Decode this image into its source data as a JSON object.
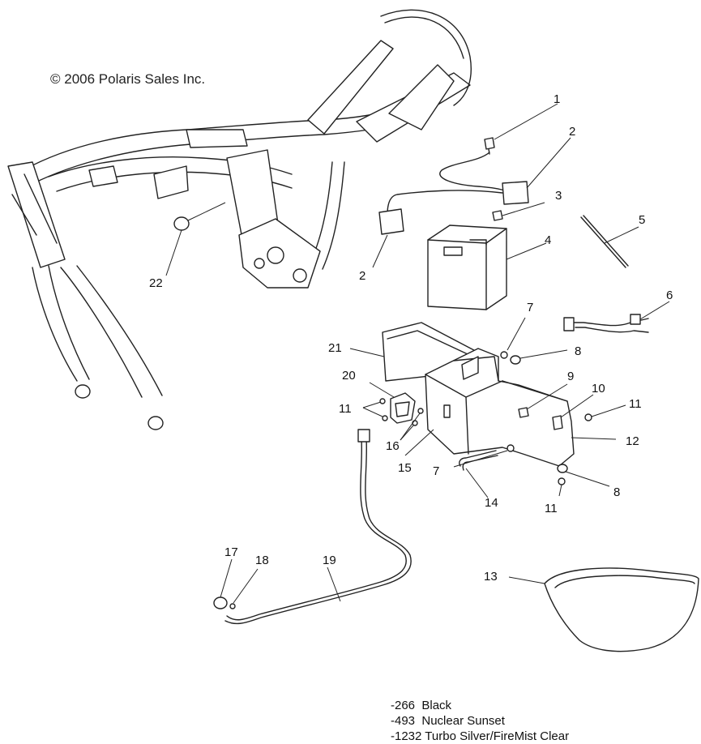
{
  "copyright": "© 2006 Polaris Sales Inc.",
  "callouts": [
    {
      "label": "1"
    },
    {
      "label": "2"
    },
    {
      "label": "2"
    },
    {
      "label": "3"
    },
    {
      "label": "4"
    },
    {
      "label": "5"
    },
    {
      "label": "6"
    },
    {
      "label": "7"
    },
    {
      "label": "7"
    },
    {
      "label": "8"
    },
    {
      "label": "8"
    },
    {
      "label": "9"
    },
    {
      "label": "10"
    },
    {
      "label": "11"
    },
    {
      "label": "11"
    },
    {
      "label": "11"
    },
    {
      "label": "12"
    },
    {
      "label": "13"
    },
    {
      "label": "14"
    },
    {
      "label": "15"
    },
    {
      "label": "16"
    },
    {
      "label": "17"
    },
    {
      "label": "18"
    },
    {
      "label": "19"
    },
    {
      "label": "20"
    },
    {
      "label": "21"
    },
    {
      "label": "22"
    }
  ],
  "color_codes": [
    {
      "code": "-266",
      "name": "Black"
    },
    {
      "code": "-493",
      "name": "Nuclear Sunset"
    },
    {
      "code": "-1232",
      "name": "Turbo Silver/FireMist Clear"
    }
  ]
}
